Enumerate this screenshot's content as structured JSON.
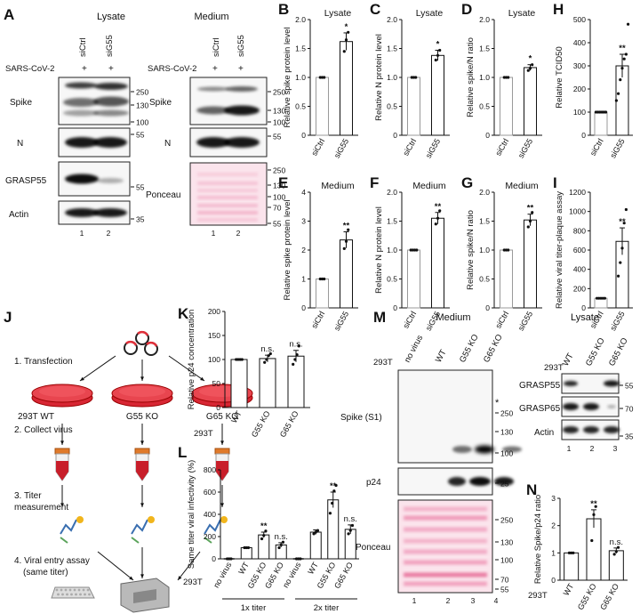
{
  "panel_letters": [
    "A",
    "B",
    "C",
    "D",
    "H",
    "E",
    "F",
    "G",
    "I",
    "J",
    "K",
    "M",
    "L",
    "N"
  ],
  "blot_A": {
    "lysate_title": "Lysate",
    "medium_title": "Medium",
    "sirna": [
      "siCtrl",
      "siG55"
    ],
    "infection_label": "SARS-CoV-2",
    "plus": "+",
    "rows_lysate": [
      "Spike",
      "N",
      "GRASP55",
      "Actin"
    ],
    "rows_medium": [
      "Spike",
      "N",
      "Ponceau"
    ],
    "mw_lysate_spike": [
      "250",
      "130",
      "100"
    ],
    "mw_lysate_n": [
      "55"
    ],
    "mw_lysate_grasp": [
      "55"
    ],
    "mw_lysate_actin": [
      "35"
    ],
    "mw_medium_spike": [
      "250",
      "130",
      "100"
    ],
    "mw_medium_n": [
      "55"
    ],
    "mw_medium_ponceau": [
      "250",
      "130",
      "100",
      "70",
      "55"
    ],
    "lanes": [
      "1",
      "2"
    ]
  },
  "blot_M": {
    "medium_title": "Medium",
    "lysate_title": "Lysate",
    "cell_label": "293T",
    "medium_lanes": [
      "no virus",
      "WT",
      "G55 KO",
      "G65 KO"
    ],
    "lysate_lanes": [
      "WT",
      "G55 KO",
      "G65 KO"
    ],
    "rows_medium": [
      "Spike (S1)",
      "p24",
      "Ponceau"
    ],
    "rows_lysate": [
      "GRASP55",
      "GRASP65",
      "Actin"
    ],
    "star": "*",
    "mw_spike": [
      "250",
      "130",
      "100"
    ],
    "mw_p24": [
      "25"
    ],
    "mw_ponceau": [
      "250",
      "130",
      "100",
      "70",
      "55"
    ],
    "mw_lysate": [
      "55",
      "70",
      "35"
    ],
    "lane_numbers_medium": [
      "1",
      "2",
      "3",
      "4"
    ],
    "lane_numbers_lysate": [
      "1",
      "2",
      "3"
    ]
  },
  "schematic_J": {
    "steps": [
      "1.  Transfection",
      "2. Collect virus",
      "3. Titer",
      "measurement",
      "4. Viral entry assay",
      "(same titer)"
    ],
    "dishes": [
      "293T  WT",
      "G55 KO",
      "G65 KO"
    ]
  },
  "chart_data": [
    {
      "panel": "B",
      "type": "bar",
      "title": "Lysate",
      "ylabel": "Relative spike protein level",
      "categories": [
        "siCtrl",
        "siG55"
      ],
      "values": [
        1.0,
        1.62
      ],
      "errors": [
        0,
        0.15
      ],
      "points": [
        [
          1,
          1,
          1
        ],
        [
          1.45,
          1.65,
          1.78
        ]
      ],
      "ylim": [
        0,
        2.0
      ],
      "yticks": [
        "0",
        "0.5",
        "1.0",
        "1.5",
        "2.0"
      ],
      "sig": [
        "",
        "*"
      ]
    },
    {
      "panel": "C",
      "type": "bar",
      "title": "Lysate",
      "ylabel": "Relative N protein level",
      "categories": [
        "siCtrl",
        "siG55"
      ],
      "values": [
        1.0,
        1.38
      ],
      "errors": [
        0,
        0.09
      ],
      "points": [
        [
          1,
          1,
          1
        ],
        [
          1.3,
          1.38,
          1.47
        ]
      ],
      "ylim": [
        0,
        2.0
      ],
      "yticks": [
        "0",
        "0.5",
        "1.0",
        "1.5",
        "2.0"
      ],
      "sig": [
        "",
        "*"
      ]
    },
    {
      "panel": "D",
      "type": "bar",
      "title": "Lysate",
      "ylabel": "Relative spike/N ratio",
      "categories": [
        "siCtrl",
        "siG55"
      ],
      "values": [
        1.0,
        1.17
      ],
      "errors": [
        0,
        0.05
      ],
      "points": [
        [
          1,
          1,
          1
        ],
        [
          1.12,
          1.16,
          1.22
        ]
      ],
      "ylim": [
        0,
        2.0
      ],
      "yticks": [
        "0",
        "0.5",
        "1.0",
        "1.5",
        "2.0"
      ],
      "sig": [
        "",
        "*"
      ]
    },
    {
      "panel": "H",
      "type": "bar",
      "title": "",
      "ylabel": "Relative TCID50",
      "categories": [
        "siCtrl",
        "siG55"
      ],
      "values": [
        100,
        300
      ],
      "errors": [
        0,
        50
      ],
      "points": [
        [
          100,
          100,
          100,
          100,
          100,
          100
        ],
        [
          150,
          180,
          240,
          290,
          330,
          350,
          480
        ]
      ],
      "ylim": [
        0,
        500
      ],
      "yticks": [
        "0",
        "100",
        "200",
        "300",
        "400",
        "500"
      ],
      "sig": [
        "",
        "**"
      ]
    },
    {
      "panel": "E",
      "type": "bar",
      "title": "Medium",
      "ylabel": "Relative spike protein level",
      "categories": [
        "siCtrl",
        "siG55"
      ],
      "values": [
        1.0,
        2.35
      ],
      "errors": [
        0,
        0.28
      ],
      "points": [
        [
          1,
          1,
          1
        ],
        [
          2.05,
          2.3,
          2.7
        ]
      ],
      "ylim": [
        0,
        4
      ],
      "yticks": [
        "0",
        "1",
        "2",
        "3",
        "4"
      ],
      "sig": [
        "",
        "**"
      ]
    },
    {
      "panel": "F",
      "type": "bar",
      "title": "Medium",
      "ylabel": "Relative N protein level",
      "categories": [
        "siCtrl",
        "siG55"
      ],
      "values": [
        1.0,
        1.55
      ],
      "errors": [
        0,
        0.1
      ],
      "points": [
        [
          1,
          1,
          1,
          1
        ],
        [
          1.45,
          1.55,
          1.68
        ]
      ],
      "ylim": [
        0,
        2.0
      ],
      "yticks": [
        "0",
        "0.5",
        "1.0",
        "1.5",
        "2.0"
      ],
      "sig": [
        "",
        "**"
      ]
    },
    {
      "panel": "G",
      "type": "bar",
      "title": "Medium",
      "ylabel": "Relative spike/N ratio",
      "categories": [
        "siCtrl",
        "siG55"
      ],
      "values": [
        1.0,
        1.52
      ],
      "errors": [
        0,
        0.1
      ],
      "points": [
        [
          1,
          1,
          1
        ],
        [
          1.4,
          1.5,
          1.65
        ]
      ],
      "ylim": [
        0,
        2.0
      ],
      "yticks": [
        "0",
        "0.5",
        "1.0",
        "1.5",
        "2.0"
      ],
      "sig": [
        "",
        "**"
      ]
    },
    {
      "panel": "I",
      "type": "bar",
      "title": "",
      "ylabel": "Relative viral titer-plaque assay",
      "categories": [
        "siCtrl",
        "siG55"
      ],
      "values": [
        100,
        690
      ],
      "errors": [
        0,
        140
      ],
      "points": [
        [
          100,
          100,
          100,
          100,
          100
        ],
        [
          330,
          470,
          620,
          880,
          1020
        ]
      ],
      "ylim": [
        0,
        1200
      ],
      "yticks": [
        "0",
        "200",
        "400",
        "600",
        "800",
        "1000",
        "1200"
      ],
      "sig": [
        "",
        "**"
      ]
    },
    {
      "panel": "K",
      "type": "bar",
      "title": "",
      "ylabel": "Relative p24 concentration",
      "categories": [
        "WT",
        "G55 KO",
        "G65 KO"
      ],
      "values": [
        100,
        102,
        107
      ],
      "errors": [
        0,
        7,
        12
      ],
      "points": [
        [
          100,
          100,
          100,
          100
        ],
        [
          94,
          100,
          108,
          112
        ],
        [
          90,
          100,
          110,
          128
        ]
      ],
      "ylim": [
        0,
        200
      ],
      "yticks": [
        "0",
        "50",
        "100",
        "150",
        "200"
      ],
      "sig": [
        "",
        "n.s.",
        "n.s."
      ],
      "cell_label": "293T"
    },
    {
      "panel": "L",
      "type": "bar",
      "title": "",
      "ylabel": "Same titer viral infectivity (%)",
      "categories": [
        "no virus",
        "WT",
        "G55 KO",
        "G65 KO",
        "no virus",
        "WT",
        "G55 KO",
        "G65 KO"
      ],
      "values": [
        0,
        100,
        215,
        125,
        0,
        240,
        530,
        265
      ],
      "errors": [
        0,
        0,
        25,
        20,
        0,
        20,
        70,
        40
      ],
      "points": [
        [
          0,
          0,
          0
        ],
        [
          100,
          100,
          100
        ],
        [
          180,
          210,
          250
        ],
        [
          100,
          125,
          150
        ],
        [
          0,
          0,
          0
        ],
        [
          225,
          240,
          255
        ],
        [
          410,
          500,
          610,
          660
        ],
        [
          225,
          255,
          300
        ]
      ],
      "ylim": [
        0,
        800
      ],
      "yticks": [
        "0",
        "200",
        "400",
        "600",
        "800"
      ],
      "sig": [
        "",
        "",
        "**",
        "n.s.",
        "",
        "",
        "**",
        "n.s."
      ],
      "group_labels": [
        "1x titer",
        "2x titer"
      ],
      "cell_label": "293T"
    },
    {
      "panel": "N",
      "type": "bar",
      "title": "",
      "ylabel": "Relative Spike/p24 ratio",
      "categories": [
        "WT",
        "G55 KO",
        "G65 KO"
      ],
      "values": [
        1.0,
        2.25,
        1.08
      ],
      "errors": [
        0,
        0.33,
        0.1
      ],
      "points": [
        [
          1,
          1,
          1
        ],
        [
          1.45,
          2.4,
          2.7
        ],
        [
          0.95,
          1.05,
          1.2
        ]
      ],
      "ylim": [
        0,
        3
      ],
      "yticks": [
        "0",
        "1",
        "2",
        "3"
      ],
      "sig": [
        "",
        "**",
        "n.s."
      ],
      "cell_label": "293T"
    }
  ]
}
